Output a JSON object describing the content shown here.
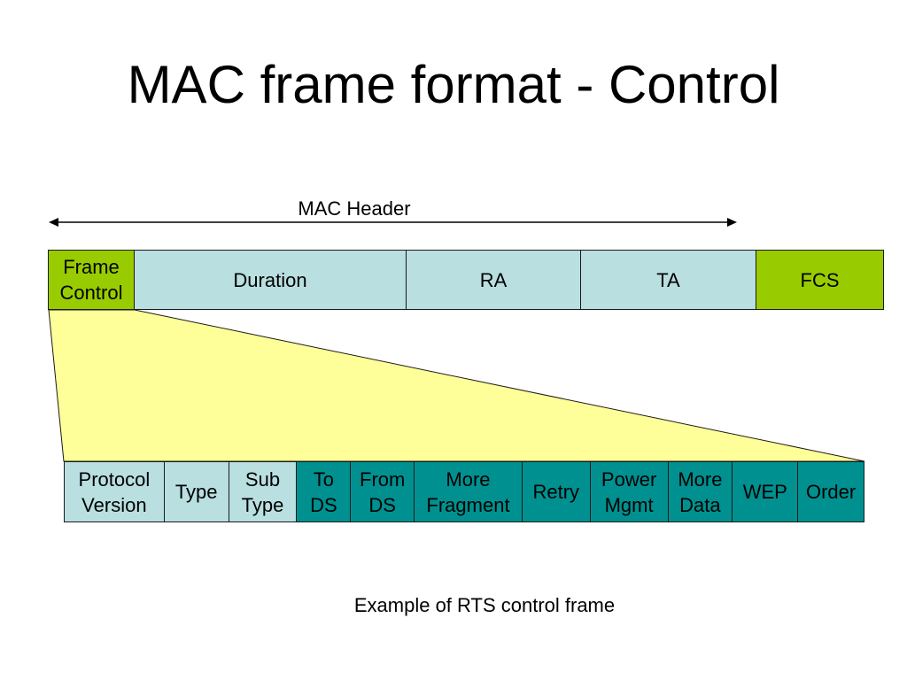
{
  "title": "MAC frame format - Control",
  "header_label": "MAC Header",
  "colors": {
    "green": "#99cc00",
    "light_blue": "#b9dfe0",
    "teal": "#009090",
    "yellow": "#ffff99",
    "border": "#1a1a1a"
  },
  "frame_fields": [
    {
      "label": "Frame\nControl",
      "color": "green"
    },
    {
      "label": "Duration",
      "color": "light_blue"
    },
    {
      "label": "RA",
      "color": "light_blue"
    },
    {
      "label": "TA",
      "color": "light_blue"
    },
    {
      "label": "FCS",
      "color": "green"
    }
  ],
  "frame_control_fields": [
    {
      "label": "Protocol\nVersion",
      "color": "light_blue"
    },
    {
      "label": "Type",
      "color": "light_blue"
    },
    {
      "label": "Sub\nType",
      "color": "light_blue"
    },
    {
      "label": "To\nDS",
      "color": "teal"
    },
    {
      "label": "From\nDS",
      "color": "teal"
    },
    {
      "label": "More\nFragment",
      "color": "teal"
    },
    {
      "label": "Retry",
      "color": "teal"
    },
    {
      "label": "Power\nMgmt",
      "color": "teal"
    },
    {
      "label": "More\nData",
      "color": "teal"
    },
    {
      "label": "WEP",
      "color": "teal"
    },
    {
      "label": "Order",
      "color": "teal"
    }
  ],
  "caption": "Example of RTS control frame"
}
